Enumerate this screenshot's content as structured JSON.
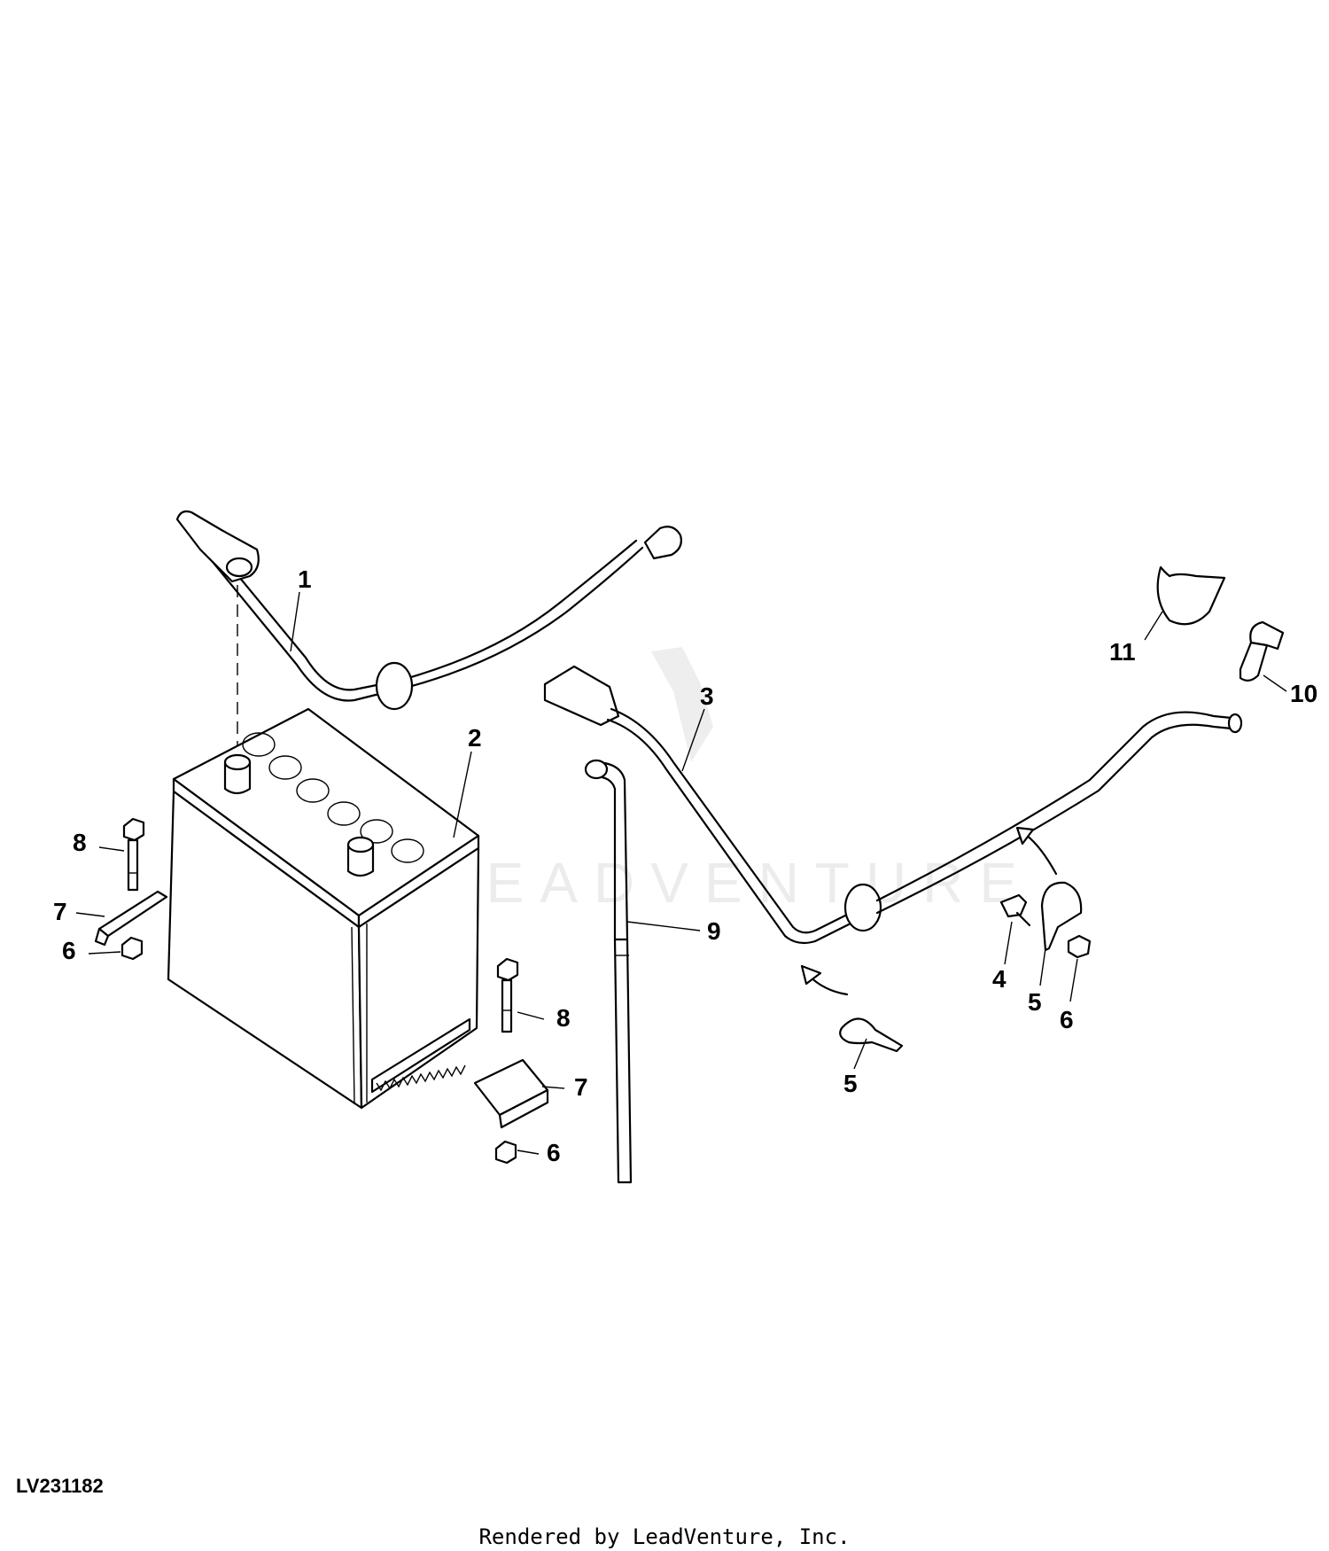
{
  "diagram": {
    "callouts": {
      "c1": "1",
      "c2": "2",
      "c3": "3",
      "c4": "4",
      "c5a": "5",
      "c5b": "5",
      "c6a": "6",
      "c6b": "6",
      "c6c": "6",
      "c7a": "7",
      "c7b": "7",
      "c8a": "8",
      "c8b": "8",
      "c9": "9",
      "c10": "10",
      "c11": "11"
    },
    "watermark": "LEADVENTURE"
  },
  "footer": {
    "diagram_code": "LV231182",
    "credit": "Rendered by LeadVenture, Inc."
  }
}
